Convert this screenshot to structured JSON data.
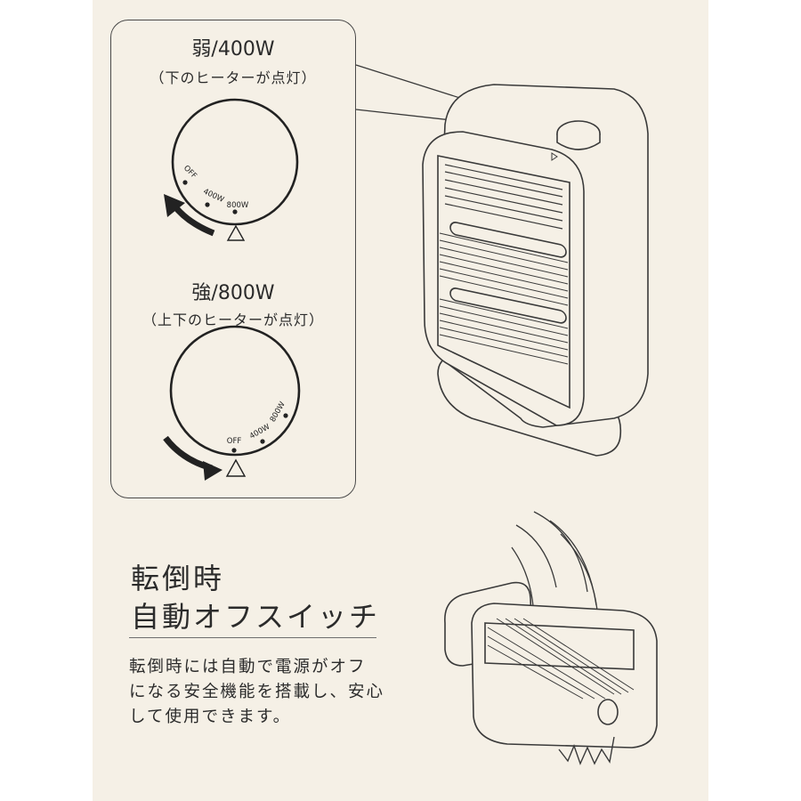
{
  "modes": [
    {
      "title": "弱/400W",
      "subtitle": "（下のヒーターが点灯）",
      "dial_labels": [
        "OFF",
        "400W",
        "800W"
      ]
    },
    {
      "title": "強/800W",
      "subtitle": "（上下のヒーターが点灯）",
      "dial_labels": [
        "OFF",
        "400W",
        "800W"
      ]
    }
  ],
  "feature": {
    "heading_lines": [
      "転倒時",
      "自動オフスイッチ"
    ],
    "description_lines": [
      "転倒時には自動で電源がオフ",
      "になる安全機能を搭載し、安心",
      "して使用できます。"
    ]
  },
  "colors": {
    "panel_background": "#f5f0e6",
    "line": "#3a3a3a",
    "text": "#2b2b2b"
  }
}
